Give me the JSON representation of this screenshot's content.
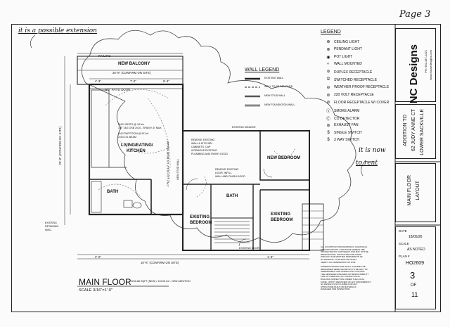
{
  "page_label": "Page 3",
  "note_possible_extension": "it is a possible extension",
  "note_now_to_rent": [
    "it is now",
    "to rent"
  ],
  "rooms": {
    "new_balcony": "NEW BALCONY",
    "living": [
      "LIVING/EATING/",
      "KITCHEN"
    ],
    "bath_main": "BATH",
    "new_bedroom": "NEW BEDROOM",
    "existing_bedroom_left": [
      "EXISTING",
      "BEDROOM"
    ],
    "existing_bedroom_right": [
      "EXISTING",
      "BEDROOM"
    ],
    "bath_existing": "BATH",
    "existing_window": "EXISTING WINDOW",
    "existing_door": "EXISTING DOOR",
    "railing": "RAILING",
    "patio_door": "6'0\" PATIO DOOR",
    "existing_retaining_wall": [
      "EXISTING",
      "RETAINING",
      "WALL"
    ]
  },
  "dimensions": {
    "top_overall": "26'-8\" (CONFIRM ON SITE)",
    "bottom_overall": "19'-6\" (CONFIRM ON SITE)",
    "left_overall": "25'-8\" (CONFIRM ON SITE)",
    "seg_a": "4'-3\"",
    "seg_b": "7'-0\"",
    "seg_c": "6'-3\"",
    "seg_d": "3'-0\"",
    "seg_e": "1'-8\""
  },
  "plan_notes": {
    "joists": [
      "2x12 JOISTS @ 16\"o/c",
      "3/4\" T&G OSB 2x10 - SPAN 9'-6\" MAX"
    ],
    "joists_2": [
      "2x12 PARTITION @ 24\"o/c",
      "2x10 LVL BEAM"
    ],
    "remove_notes": [
      "REMOVE EXISTING",
      "WALL & KITCHEN",
      "CABINETS, CAP",
      "& REMOVE EXISTING",
      "PLUMBING AND FINISH GOOD"
    ],
    "remove_notes_2": [
      "REMOVE EXISTING",
      "DOOR, INFILL",
      "WALL AND FINISH GOOD"
    ],
    "beam_note": "2 PLY 1-3/4\"x9-1/2\" LVL BEAM HEADER",
    "new_stud_wall": "NEW STUD WALL"
  },
  "drawing_title": "MAIN FLOOR",
  "drawing_area": "1216.86 SQFT (NEW) / 113.05 m2 - NEW ADDITION",
  "drawing_scale": "SCALE 3/16\"=1'-0\"",
  "wall_legend": {
    "title": "WALL LEGEND",
    "items": [
      "EXISTING WALL",
      "WALL TO BE REMOVED",
      "NEW STUD WALL",
      "NEW FOUNDATION WALL"
    ]
  },
  "legend": {
    "title": "LEGEND",
    "items": [
      {
        "icon": "ceiling-light",
        "symbol": "⊕",
        "label": "CEILING LIGHT"
      },
      {
        "icon": "pendant-light",
        "symbol": "⊗",
        "label": "PENDANT LIGHT"
      },
      {
        "icon": "pot-light",
        "symbol": "◉",
        "label": "POT LIGHT"
      },
      {
        "icon": "wall-mounted",
        "symbol": "◐",
        "label": "WALL MOUNTED"
      },
      {
        "icon": "duplex-receptacle",
        "symbol": "⦶",
        "label": "DUPLEX RECEPTACLE"
      },
      {
        "icon": "switched-receptacle",
        "symbol": "⦷",
        "label": "SWITCHED RECEPTACLE"
      },
      {
        "icon": "weather-proof-receptacle",
        "symbol": "⊖",
        "label": "WEATHER PROOF RECEPTACLE"
      },
      {
        "icon": "220-volt-receptacle",
        "symbol": "⊜",
        "label": "220 VOLT RECEPTACLE"
      },
      {
        "icon": "floor-receptacle",
        "symbol": "⊘",
        "label": "FLOOR RECEPTACLE W/ COVER"
      },
      {
        "icon": "smoke-alarm",
        "symbol": "ⓢ",
        "label": "SMOKE ALARM"
      },
      {
        "icon": "co-detector",
        "symbol": "Ⓒ",
        "label": "CO DETECTOR"
      },
      {
        "icon": "exhaust-fan",
        "symbol": "⊛",
        "label": "EXHAUST FAN"
      },
      {
        "icon": "single-switch",
        "symbol": "$",
        "label": "SINGLE SWITCH"
      },
      {
        "icon": "3-way-switch",
        "symbol": "$",
        "label": "3 WAY SWITCH"
      }
    ]
  },
  "title_block": {
    "company": "NC Designs",
    "phone": "PH: 902-457-1321",
    "website": "www.housedesigns.com",
    "project": [
      "ADDITION TO",
      "62 JUDY ANNE CT",
      "LOWER SACKVILLE"
    ],
    "sheet_title": [
      "MAIN FLOOR",
      "LAYOUT"
    ],
    "date_label": "DATE",
    "date_value": "18/05/26",
    "scale_label": "SCALE",
    "scale_value": "AS NOTED",
    "plan_label": "PLAN #",
    "plan_value": "HO2609",
    "sheet_num": "3",
    "of_label": "OF",
    "sheet_total": "11"
  },
  "disclaimer": [
    "ALL CONSTRUCTION DRAWINGS, GRAPHICAL",
    "SPECIFICATIONS, CONTAINED HEREIN ARE",
    "PROTECTED BY COPYRIGHT AND MAY NOT BE",
    "REPRODUCED, SHOULD BE PUBLISHED",
    "WITHOUT THE WRITTEN PERMISSION OF",
    "NC DESIGNS. CONTRACTOR SHALL",
    "VERIFY ALL DIMENSIONS ON SITE."
  ],
  "disclaimer_2": [
    "OWNER/CONTRACTOR SHALL ASSUME THE",
    "REMAINDER HERE SHOWN AS TO BE LEFT OF",
    "INDEPENDENT AND INSPECTION CONTROL",
    "THE DESIGNER ASSUMES NO RESPONSIBILITY",
    "FOR ANY ERRORS, ANY INFRACTIONS,",
    "BUILDING INSPECTION UNDER THE LOCAL",
    "CODE. NOTIFY DESIGNER OF ANY DISCREPANCY.",
    "NC DESIGN IS NOT LIABLE FOR ANY",
    "STRUCTURE BUILT OR MATERIALS",
    "DAMAGED FOR INSPECTION."
  ]
}
